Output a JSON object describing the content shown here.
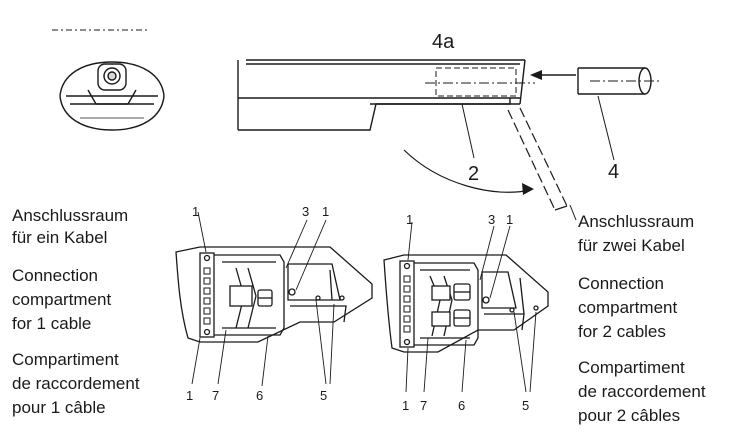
{
  "diagram": {
    "callouts": {
      "top_4a": "4a",
      "top_2": "2",
      "top_4": "4",
      "left_top_1": "1",
      "left_top_3": "3",
      "left_top_1b": "1",
      "left_bottom_1": "1",
      "left_bottom_7": "7",
      "left_bottom_6": "6",
      "left_bottom_5": "5",
      "right_top_1": "1",
      "right_top_3": "3",
      "right_top_1b": "1",
      "right_bottom_1": "1",
      "right_bottom_7": "7",
      "right_bottom_6": "6",
      "right_bottom_5": "5"
    },
    "left_captions": {
      "de": [
        "Anschlussraum",
        "für ein Kabel"
      ],
      "en": [
        "Connection",
        "compartment",
        "for 1 cable"
      ],
      "fr": [
        "Compartiment",
        "de raccordement",
        "pour 1 câble"
      ]
    },
    "right_captions": {
      "de": [
        "Anschlussraum",
        "für zwei Kabel"
      ],
      "en": [
        "Connection",
        "compartment",
        "for 2 cables"
      ],
      "fr": [
        "Compartiment",
        "de raccordement",
        "pour 2 câbles"
      ]
    }
  }
}
